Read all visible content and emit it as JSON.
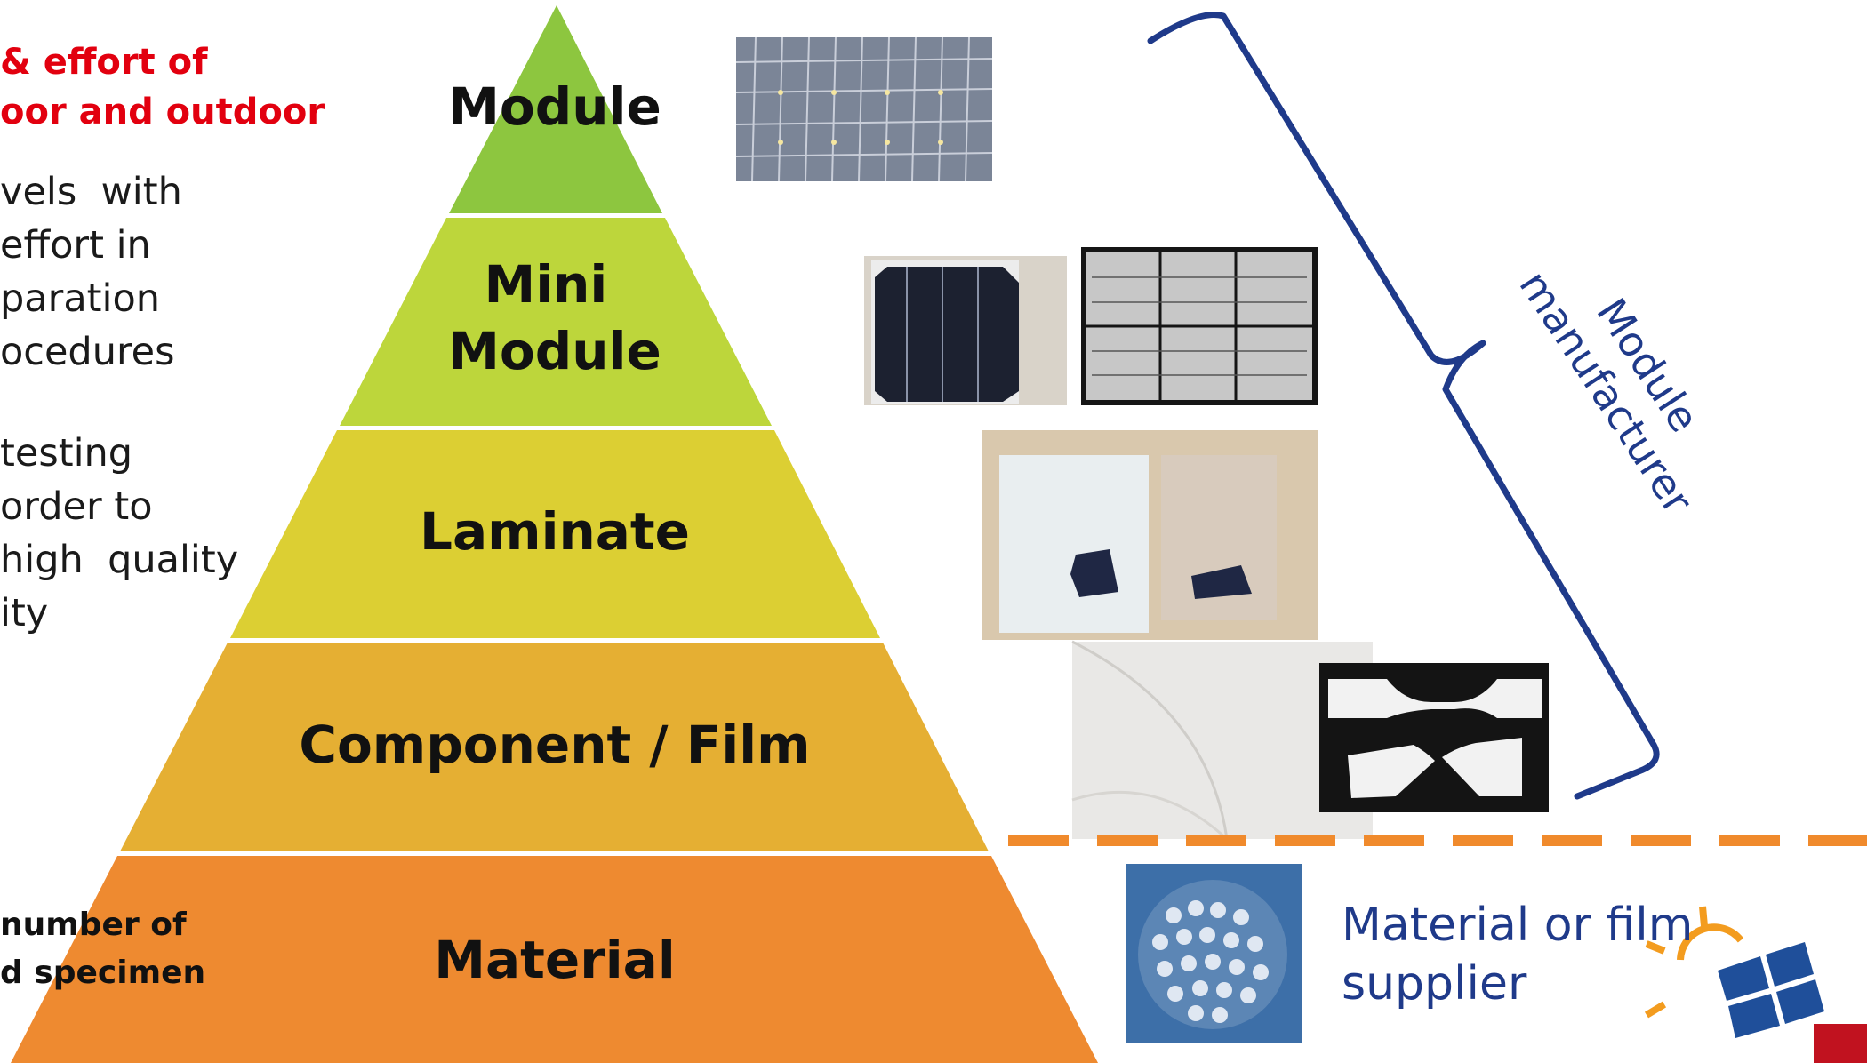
{
  "left_panel": {
    "heading": "& effort of\noor and outdoor",
    "body_paragraphs": [
      "vels  with\neffort in\nparation\nocedures",
      "testing\norder to\nhigh  quality\nity"
    ],
    "bottom_note": "number of\nd specimen"
  },
  "pyramid": {
    "tiers": [
      {
        "label": "Module",
        "color": "#8dc63f"
      },
      {
        "label": "Mini\nModule",
        "color": "#bdd63b"
      },
      {
        "label": "Laminate",
        "color": "#dccf33"
      },
      {
        "label": "Component / Film",
        "color": "#e5af33"
      },
      {
        "label": "Material",
        "color": "#ee8a30"
      }
    ]
  },
  "photos": [
    {
      "name": "module-photo",
      "desc": "solar-cell-grid"
    },
    {
      "name": "mini-module-cell-photo",
      "desc": "cell"
    },
    {
      "name": "mini-module-el-photo",
      "desc": "electroluminescence"
    },
    {
      "name": "laminate-photo",
      "desc": "laminates"
    },
    {
      "name": "film-photo",
      "desc": "film"
    },
    {
      "name": "tensile-specimen-photo",
      "desc": "dogbone"
    },
    {
      "name": "granulate-photo",
      "desc": "pellets"
    }
  ],
  "bracket": {
    "label": "Module\nmanufacturer",
    "color": "#1f3a8a"
  },
  "supplier": {
    "label": "Material or film\nsupplier",
    "color": "#1f3a8a"
  },
  "dashed_line_color": "#f08a2c",
  "logo_colors": {
    "sun": "#f39c1f",
    "panel": "#1f4f9a",
    "corner": "#c1121f"
  }
}
